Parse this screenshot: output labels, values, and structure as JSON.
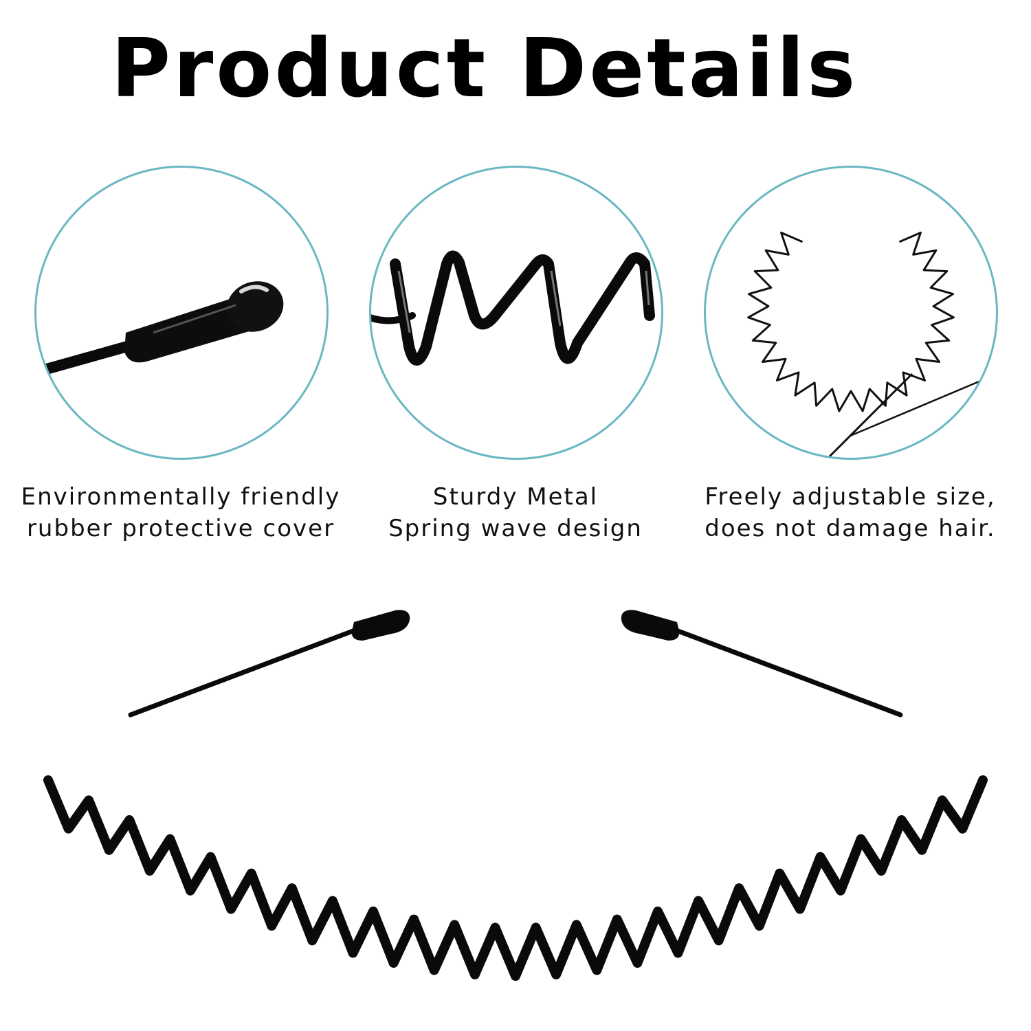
{
  "title": "Product Details",
  "features": [
    {
      "line1": "Environmentally friendly",
      "line2": "rubber protective cover",
      "icon": "rubber-tip-closeup"
    },
    {
      "line1": "Sturdy Metal",
      "line2": "Spring wave design",
      "icon": "spring-wave-closeup"
    },
    {
      "line1": "Freely adjustable size,",
      "line2": "does not damage hair.",
      "icon": "circular-band-closeup"
    }
  ],
  "colors": {
    "accent_ring": "#6ab7c4",
    "product": "#0a0a0a"
  }
}
